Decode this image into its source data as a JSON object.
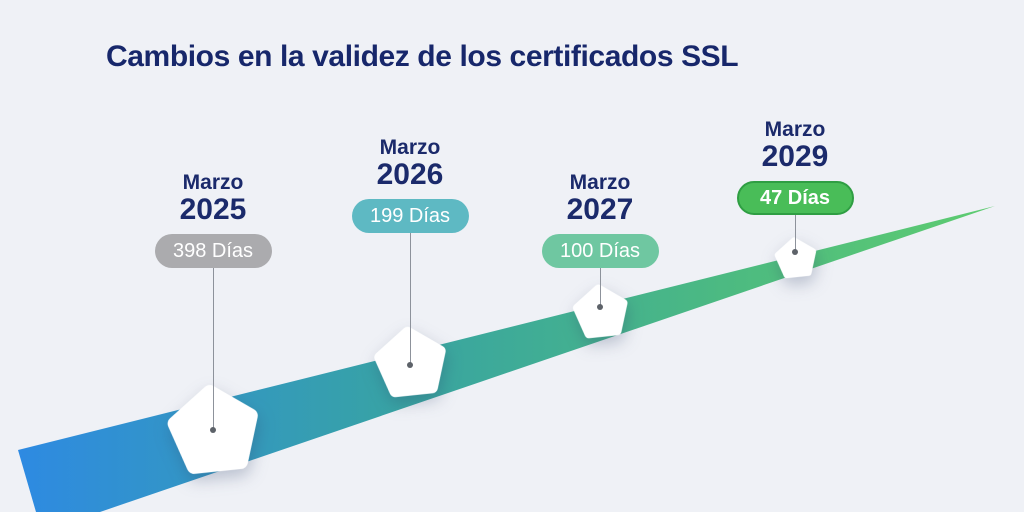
{
  "title": "Cambios en la validez de los certificados SSL",
  "milestones": [
    {
      "id": "2025",
      "month": "Marzo",
      "year": "2025",
      "duration": "398 Días",
      "pill_color": "#ababae"
    },
    {
      "id": "2026",
      "month": "Marzo",
      "year": "2026",
      "duration": "199 Días",
      "pill_color": "#5eb9c3"
    },
    {
      "id": "2027",
      "month": "Marzo",
      "year": "2027",
      "duration": "100 Días",
      "pill_color": "#6fc7a1"
    },
    {
      "id": "2029",
      "month": "Marzo",
      "year": "2029",
      "duration": "47 Días",
      "pill_color": "#49bd58",
      "pill_border_color": "#2f9e43"
    }
  ],
  "colors": {
    "background": "#eff1f6",
    "heading_text": "#17276b",
    "label_text": "#1b2a6b",
    "pill_text": "#ffffff",
    "connector_line": "#8d929b",
    "connector_dot": "#5d6269",
    "marker_fill": "#ffffff",
    "ribbon_gradient": [
      "#2e8ae2",
      "#38a4a2",
      "#4dbb80",
      "#5ecc70"
    ]
  }
}
